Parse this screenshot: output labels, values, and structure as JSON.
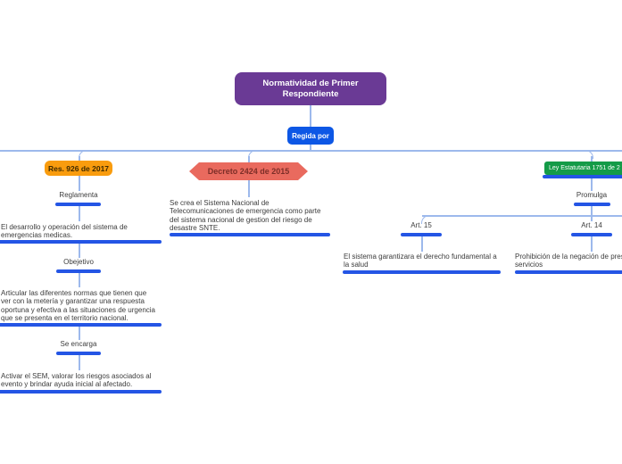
{
  "map": {
    "root_label": "Normatividad de Primer\nRespondiente",
    "regida_label": "Regida por",
    "left": {
      "topic": "Res. 926 de 2017",
      "s1_label": "Reglamenta",
      "s1_text": "El desarrollo y operación del sistema de\nemergencias medicas.",
      "s2_label": "Obejetivo",
      "s2_text": "Articular las diferentes normas que tienen que\nver con la metería y garantizar una respuesta\noportuna y efectiva a las situaciones de urgencia\nque se presenta en el territorio nacional.",
      "s3_label": "Se encarga",
      "s3_text": "Activar el SEM, valorar los riesgos asociados al\nevento y brindar ayuda inicial al afectado."
    },
    "middle": {
      "topic": "Decreto 2424 de 2015",
      "text": "Se crea el Sistema Nacional de\nTelecomunicaciones de emergencia como parte\ndel sistema nacional de gestion del riesgo de\ndesastre SNTE."
    },
    "right": {
      "topic": "Ley Estatutaria 1751 de 2",
      "s1_label": "Promulga",
      "art15_label": "Art. 15",
      "art15_text": "El sistema garantizara el derecho fundamental a\nla salud",
      "art14_label": "Art. 14",
      "art14_text": "Prohibición de la negación de prest\nservicios"
    }
  },
  "colors": {
    "root_purple": "#6a3a95",
    "connector_blue_box": "#0d57e5",
    "orange_topic": "#f99c0e",
    "salmon_topic": "#e96a5e",
    "salmon_text": "#7d2e28",
    "green_topic": "#149b48",
    "underline_blue": "#2455e5",
    "line_light_blue": "#9db9ec",
    "text_gray": "#3c3c3c",
    "background": "#ffffff"
  }
}
